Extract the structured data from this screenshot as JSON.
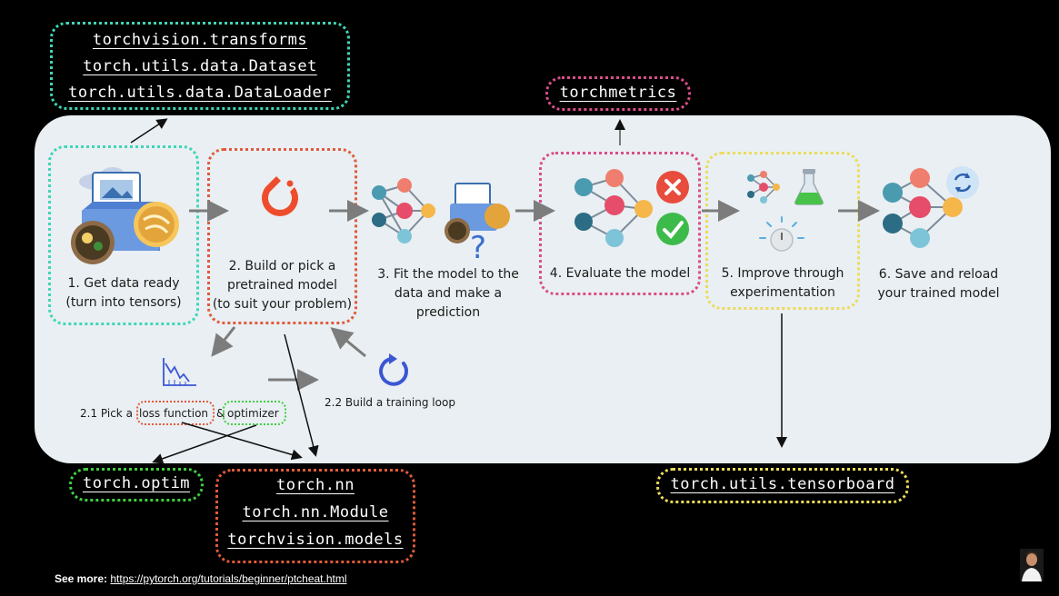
{
  "libraries": {
    "data": [
      "torchvision.transforms",
      "torch.utils.data.Dataset",
      "torch.utils.data.DataLoader"
    ],
    "metrics": "torchmetrics",
    "optim": "torch.optim",
    "nn": [
      "torch.nn",
      "torch.nn.Module",
      "torchvision.models"
    ],
    "tensorboard": "torch.utils.tensorboard"
  },
  "steps": {
    "s1": [
      "1. Get data ready",
      "(turn into tensors)"
    ],
    "s2": [
      "2. Build or pick a",
      "pretrained model",
      "(to suit your problem)"
    ],
    "s3": [
      "3. Fit the model to the",
      "data and make a",
      "prediction"
    ],
    "s4": "4. Evaluate the model",
    "s5": [
      "5. Improve through",
      "experimentation"
    ],
    "s6": [
      "6. Save and reload",
      "your trained model"
    ]
  },
  "substeps": {
    "pick_prefix": "2.1 Pick a",
    "loss": "loss function",
    "amp": "&",
    "optimizer": "optimizer",
    "loop": "2.2 Build a training loop"
  },
  "footer": {
    "label": "See more:",
    "url": "https://pytorch.org/tutorials/beginner/ptcheat.html"
  },
  "colors": {
    "teal": "#3ed6b6",
    "red": "#e15a3c",
    "pink": "#d94e8a",
    "yellow": "#ecdc5a",
    "green": "#3fcf3f",
    "panel": "#e9eff2",
    "pytorch": "#ee4c2c",
    "loop_blue": "#3a56d4"
  },
  "icons": [
    "food-folder-icon",
    "pytorch-logo-icon",
    "neural-net-icon",
    "cross-icon",
    "check-icon",
    "flask-icon",
    "dial-icon",
    "refresh-icon",
    "loss-chart-icon",
    "training-loop-icon",
    "presenter-avatar"
  ]
}
